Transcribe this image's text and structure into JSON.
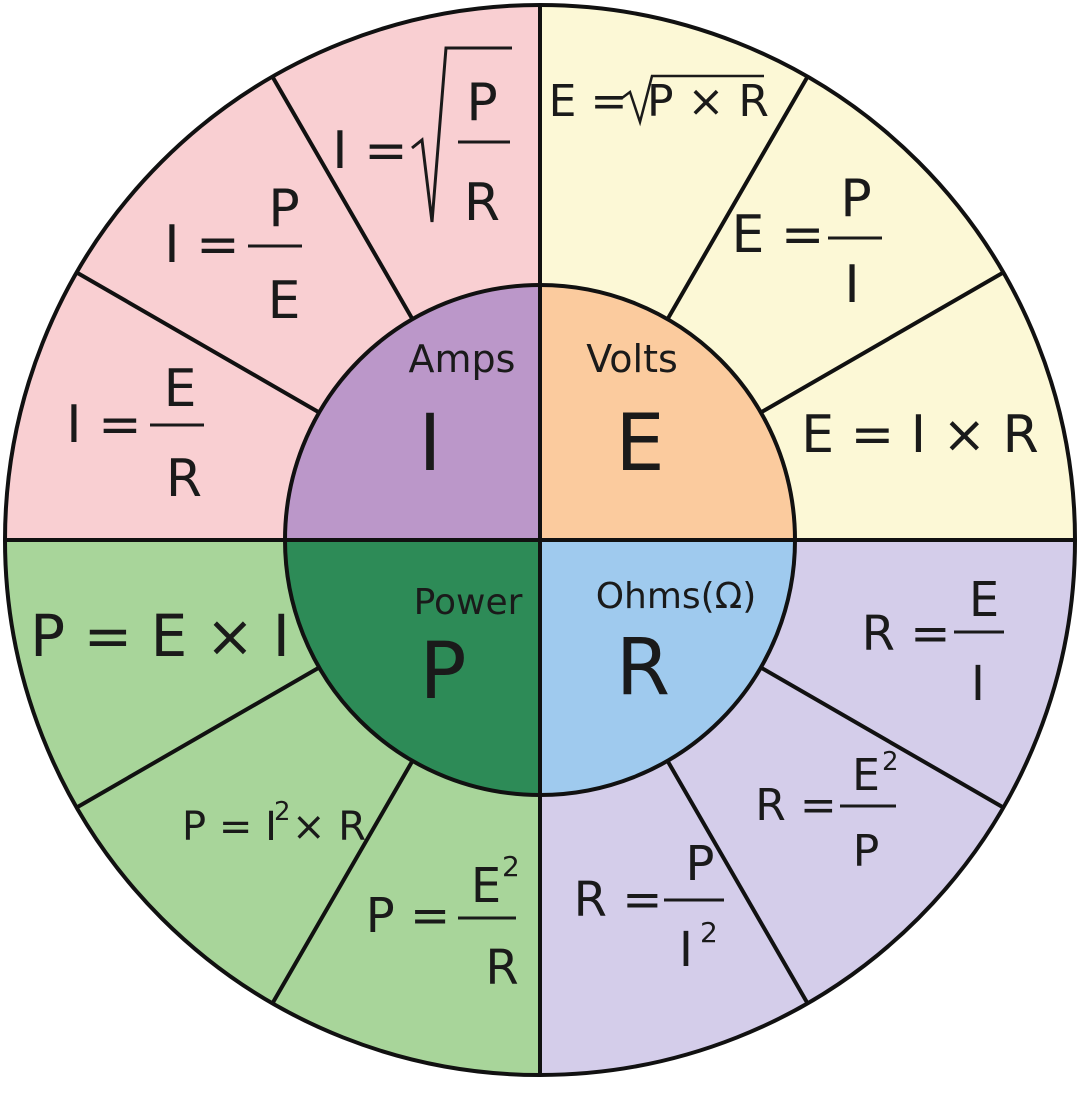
{
  "colors": {
    "amps_wedges": "#f9cfd2",
    "volts_wedges": "#fcf8d6",
    "power_wedges": "#a8d59a",
    "ohms_wedges": "#d4cdea",
    "amps_core": "#bb97c9",
    "volts_core": "#fbcb9e",
    "power_core": "#2d8b57",
    "ohms_core": "#9fcaee",
    "lines": "#111111"
  },
  "center": {
    "amps": {
      "label": "Amps",
      "symbol": "I"
    },
    "volts": {
      "label": "Volts",
      "symbol": "E"
    },
    "power": {
      "label": "Power",
      "symbol": "P"
    },
    "ohms": {
      "label": "Ohms(Ω)",
      "symbol": "R"
    }
  },
  "formulas": {
    "amps_sqrt": {
      "lhs": "I =",
      "num": "P",
      "den": "R"
    },
    "amps_p_over_e": {
      "lhs": "I =",
      "num": "P",
      "den": "E"
    },
    "amps_e_over_r": {
      "lhs": "I =",
      "num": "E",
      "den": "R"
    },
    "volts_sqrt": {
      "lhs": "E =",
      "radicand": "P × R"
    },
    "volts_p_over_i": {
      "lhs": "E =",
      "num": "P",
      "den": "I"
    },
    "volts_i_times_r": {
      "text": "E = I × R"
    },
    "power_e_times_i": {
      "text": "P = E × I"
    },
    "power_i2_times_r": {
      "lhs": "P = I",
      "exp": "2",
      "rhs": "× R"
    },
    "power_e2_over_r": {
      "lhs": "P =",
      "num": "E",
      "num_exp": "2",
      "den": "R"
    },
    "ohms_e_over_i": {
      "lhs": "R =",
      "num": "E",
      "den": "I"
    },
    "ohms_e2_over_p": {
      "lhs": "R =",
      "num": "E",
      "num_exp": "2",
      "den": "P"
    },
    "ohms_p_over_i2": {
      "lhs": "R =",
      "num": "P",
      "den": "I",
      "den_exp": "2"
    }
  }
}
